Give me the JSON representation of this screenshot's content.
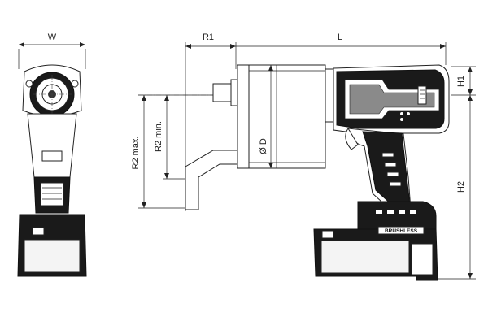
{
  "dimensions": {
    "width_label": "W",
    "r1_label": "R1",
    "length_label": "L",
    "h1_label": "H1",
    "h2_label": "H2",
    "r2_max_label": "R2 max.",
    "r2_min_label": "R2 min.",
    "diameter_label": "Ø D"
  },
  "battery_text": "BRUSHLESS",
  "colors": {
    "line": "#222222",
    "dark_fill": "#1a1a1a",
    "background": "#ffffff"
  }
}
